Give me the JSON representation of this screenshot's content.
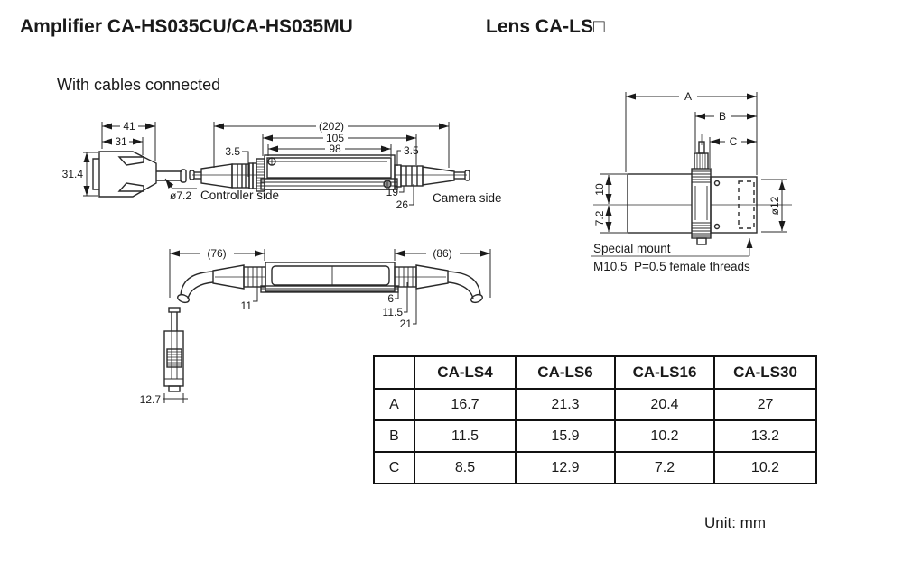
{
  "colors": {
    "ink": "#1a1a1a"
  },
  "header": {
    "title_amplifier": "Amplifier CA-HS035CU/CA-HS035MU",
    "title_lens": "Lens CA-LS□"
  },
  "amplifier": {
    "subtitle": "With cables connected",
    "plug_front": {
      "dim_41": "41",
      "dim_31": "31",
      "dim_31_4": "31.4",
      "dim_dia": "ø7.2"
    },
    "side_view": {
      "dim_total": "(202)",
      "dim_105": "105",
      "dim_98": "98",
      "dim_35_left": "3.5",
      "dim_35_right": "3.5",
      "dim_19": "19",
      "dim_26": "26",
      "label_controller": "Controller side",
      "label_camera": "Camera side"
    },
    "cabled_view": {
      "dim_76": "(76)",
      "dim_86": "(86)",
      "dim_11": "11",
      "dim_6": "6",
      "dim_11_5": "11.5",
      "dim_21": "21",
      "dim_12_7": "12.7"
    }
  },
  "lens": {
    "dim_a": "A",
    "dim_b": "B",
    "dim_c": "C",
    "dim_10": "10",
    "dim_7_2": "7.2",
    "dim_dia": "ø12",
    "mount_title": "Special mount",
    "mount_spec": "M10.5  P=0.5 female threads"
  },
  "lens_table": {
    "corner": "",
    "columns": [
      "CA-LS4",
      "CA-LS6",
      "CA-LS16",
      "CA-LS30"
    ],
    "rows": [
      {
        "label": "A",
        "values": [
          "16.7",
          "21.3",
          "20.4",
          "27"
        ]
      },
      {
        "label": "B",
        "values": [
          "11.5",
          "15.9",
          "10.2",
          "13.2"
        ]
      },
      {
        "label": "C",
        "values": [
          "8.5",
          "12.9",
          "7.2",
          "10.2"
        ]
      }
    ]
  },
  "footer": {
    "unit": "Unit: mm"
  }
}
